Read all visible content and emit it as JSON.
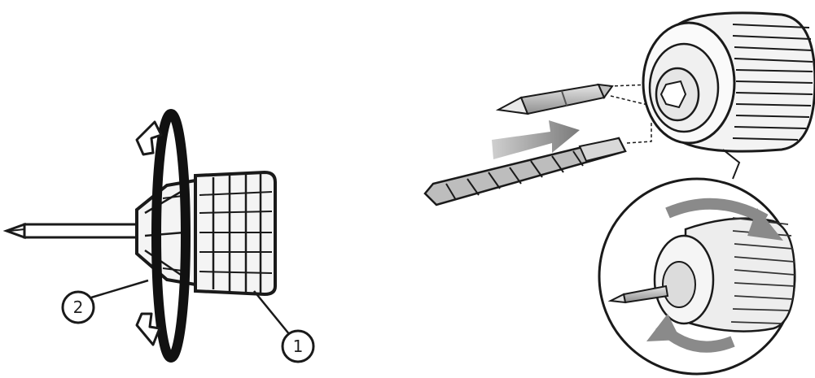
{
  "left_figure": {
    "callouts": [
      {
        "id": "callout-2",
        "label": "2"
      },
      {
        "id": "callout-1",
        "label": "1"
      }
    ]
  },
  "right_figure": {},
  "colors": {
    "ink": "#1a1a1a",
    "shade": "#8a8a8a",
    "light_shade": "#c8c8c8",
    "background": "#ffffff"
  },
  "icons": [
    "rotation-arrow-icon",
    "insert-arrow-icon",
    "screwdriver-bit-icon",
    "drill-bit-icon",
    "drill-chuck-icon",
    "magnifier-circle-icon"
  ]
}
